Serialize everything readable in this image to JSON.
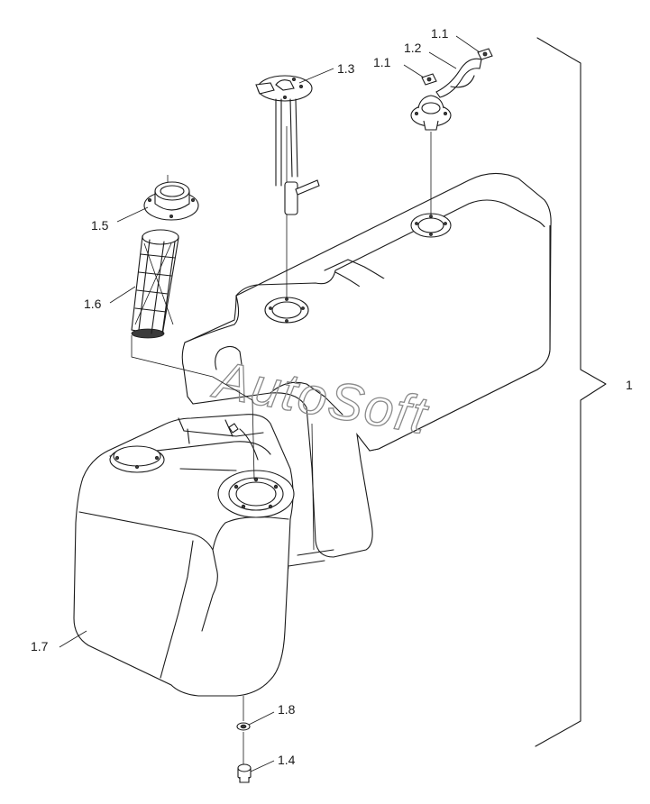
{
  "labels": {
    "p1_1a": "1.1",
    "p1_1b": "1.1",
    "p1_2": "1.2",
    "p1_3": "1.3",
    "p1_4": "1.4",
    "p1_5": "1.5",
    "p1_6": "1.6",
    "p1_7": "1.7",
    "p1_8": "1.8",
    "assembly": "1"
  },
  "watermark": "AutoSoft"
}
